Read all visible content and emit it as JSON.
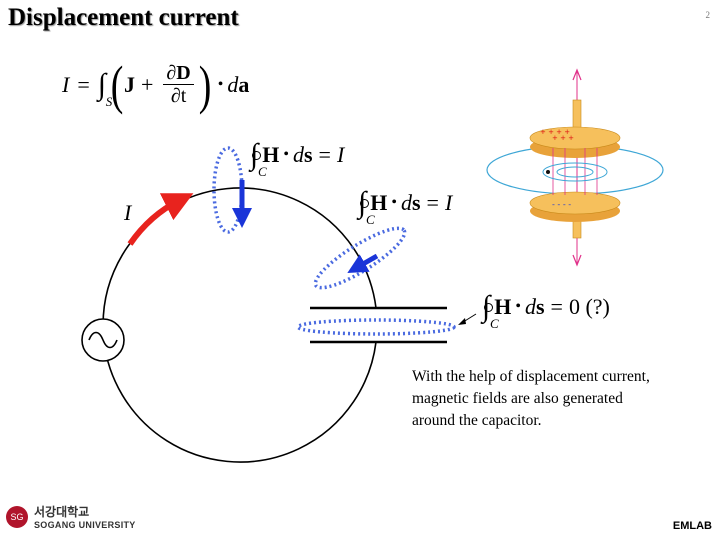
{
  "title": "Displacement current",
  "page_number": "2",
  "equations": {
    "main": {
      "lhs": "I",
      "equals": "=",
      "sub": "S",
      "J": "J",
      "plus": "+",
      "num_d": "∂",
      "num_D": "D",
      "den": "∂t",
      "dot": "•",
      "d": "d",
      "a": "a"
    },
    "loop1": {
      "sub": "C",
      "H": "H",
      "dot": "•",
      "d": "d",
      "s": "s",
      "equals": "=",
      "rhs": "I"
    },
    "loop2": {
      "sub": "C",
      "H": "H",
      "dot": "•",
      "d": "d",
      "s": "s",
      "equals": "=",
      "rhs": "I"
    },
    "loop3": {
      "sub": "C",
      "H": "H",
      "dot": "•",
      "d": "d",
      "s": "s",
      "equals": "=",
      "rhs": "0 (?)"
    }
  },
  "labels": {
    "current": "I"
  },
  "caption": "With the help of displacement current, magnetic fields are also generated around the capacitor.",
  "footer": {
    "brand": "EMLAB",
    "university_kr": "서강대학교",
    "university_en": "SOGANG UNIVERSITY",
    "seal_text": "SG"
  },
  "colors": {
    "red": "#e8231e",
    "blue": "#1a35d8",
    "dotted": "#4a6ae0",
    "capacitor_plate": "#f6c05c"
  }
}
